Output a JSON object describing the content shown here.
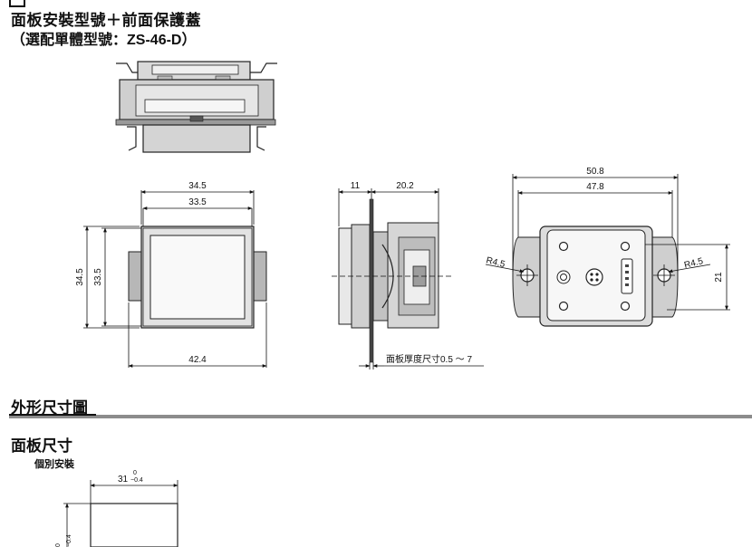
{
  "header": {
    "title": "面板安裝型號＋前面保護蓋",
    "subtitle_prefix": "（選配單體型號：",
    "subtitle_model": "ZS-46-D",
    "subtitle_suffix": "）"
  },
  "front_view": {
    "dim_top_outer": "34.5",
    "dim_top_inner": "33.5",
    "dim_left_outer": "34.5",
    "dim_left_inner": "33.5",
    "dim_bottom": "42.4"
  },
  "side_view": {
    "dim_left": "11",
    "dim_right": "20.2",
    "panel_note": "面板厚度尺寸0.5 ～ 7"
  },
  "rear_view": {
    "dim_outer": "50.8",
    "dim_inner": "47.8",
    "radius_left": "R4.5",
    "radius_right": "R4.5",
    "dim_height": "21"
  },
  "sections": {
    "outline": "外形尺寸圖",
    "panel_cutout": "面板尺寸",
    "individual": "個別安裝"
  },
  "cutout": {
    "dim_width": "31",
    "tol_upper": "0",
    "tol_lower": "−0.4",
    "tol_side_upper": "0",
    "tol_side_lower": "−0.4"
  }
}
